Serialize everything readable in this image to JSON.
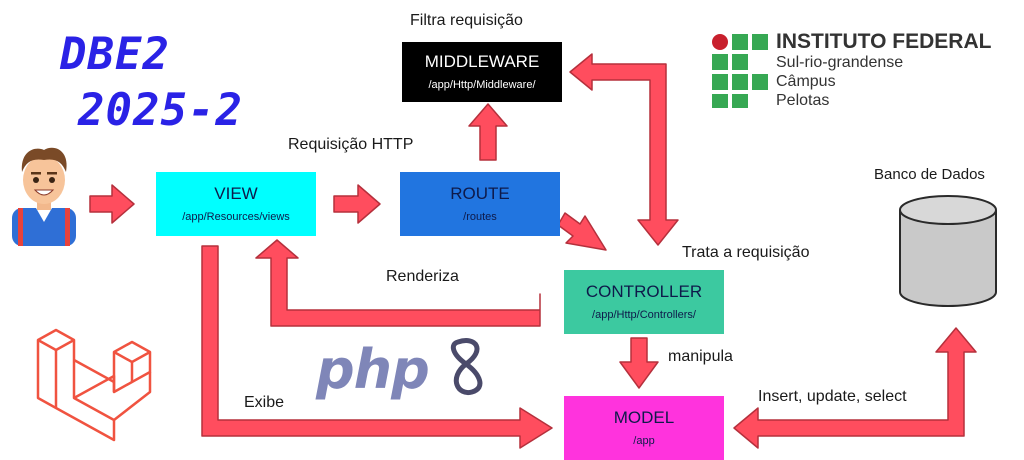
{
  "course": {
    "line1": "DBE2",
    "line2": "2025-2"
  },
  "institute": {
    "name": "INSTITUTO FEDERAL",
    "line2": "Sul-rio-grandense",
    "line3": "Câmpus",
    "line4": "Pelotas"
  },
  "nodes": {
    "middleware": {
      "title": "MIDDLEWARE",
      "path": "/app/Http/Middleware/"
    },
    "view": {
      "title": "VIEW",
      "path": "/app/Resources/views"
    },
    "route": {
      "title": "ROUTE",
      "path": "/routes"
    },
    "controller": {
      "title": "CONTROLLER",
      "path": "/app/Http/Controllers/"
    },
    "model": {
      "title": "MODEL",
      "path": "/app"
    }
  },
  "labels": {
    "filtra": "Filtra requisição",
    "requisicao_http": "Requisição HTTP",
    "trata": "Trata a requisição",
    "renderiza": "Renderiza",
    "manipula": "manipula",
    "exibe": "Exibe",
    "insert": "Insert, update, select",
    "banco": "Banco de Dados"
  },
  "logos": {
    "php": "php"
  },
  "colors": {
    "arrow_fill": "#ff4d5e",
    "arrow_stroke": "#b5303c",
    "middleware": "#000000",
    "view": "#00ffff",
    "route": "#2175e0",
    "controller": "#3cc9a0",
    "model": "#ff33dd",
    "course_text": "#2a22e6",
    "if_green": "#36a853",
    "if_red": "#c8202d"
  }
}
